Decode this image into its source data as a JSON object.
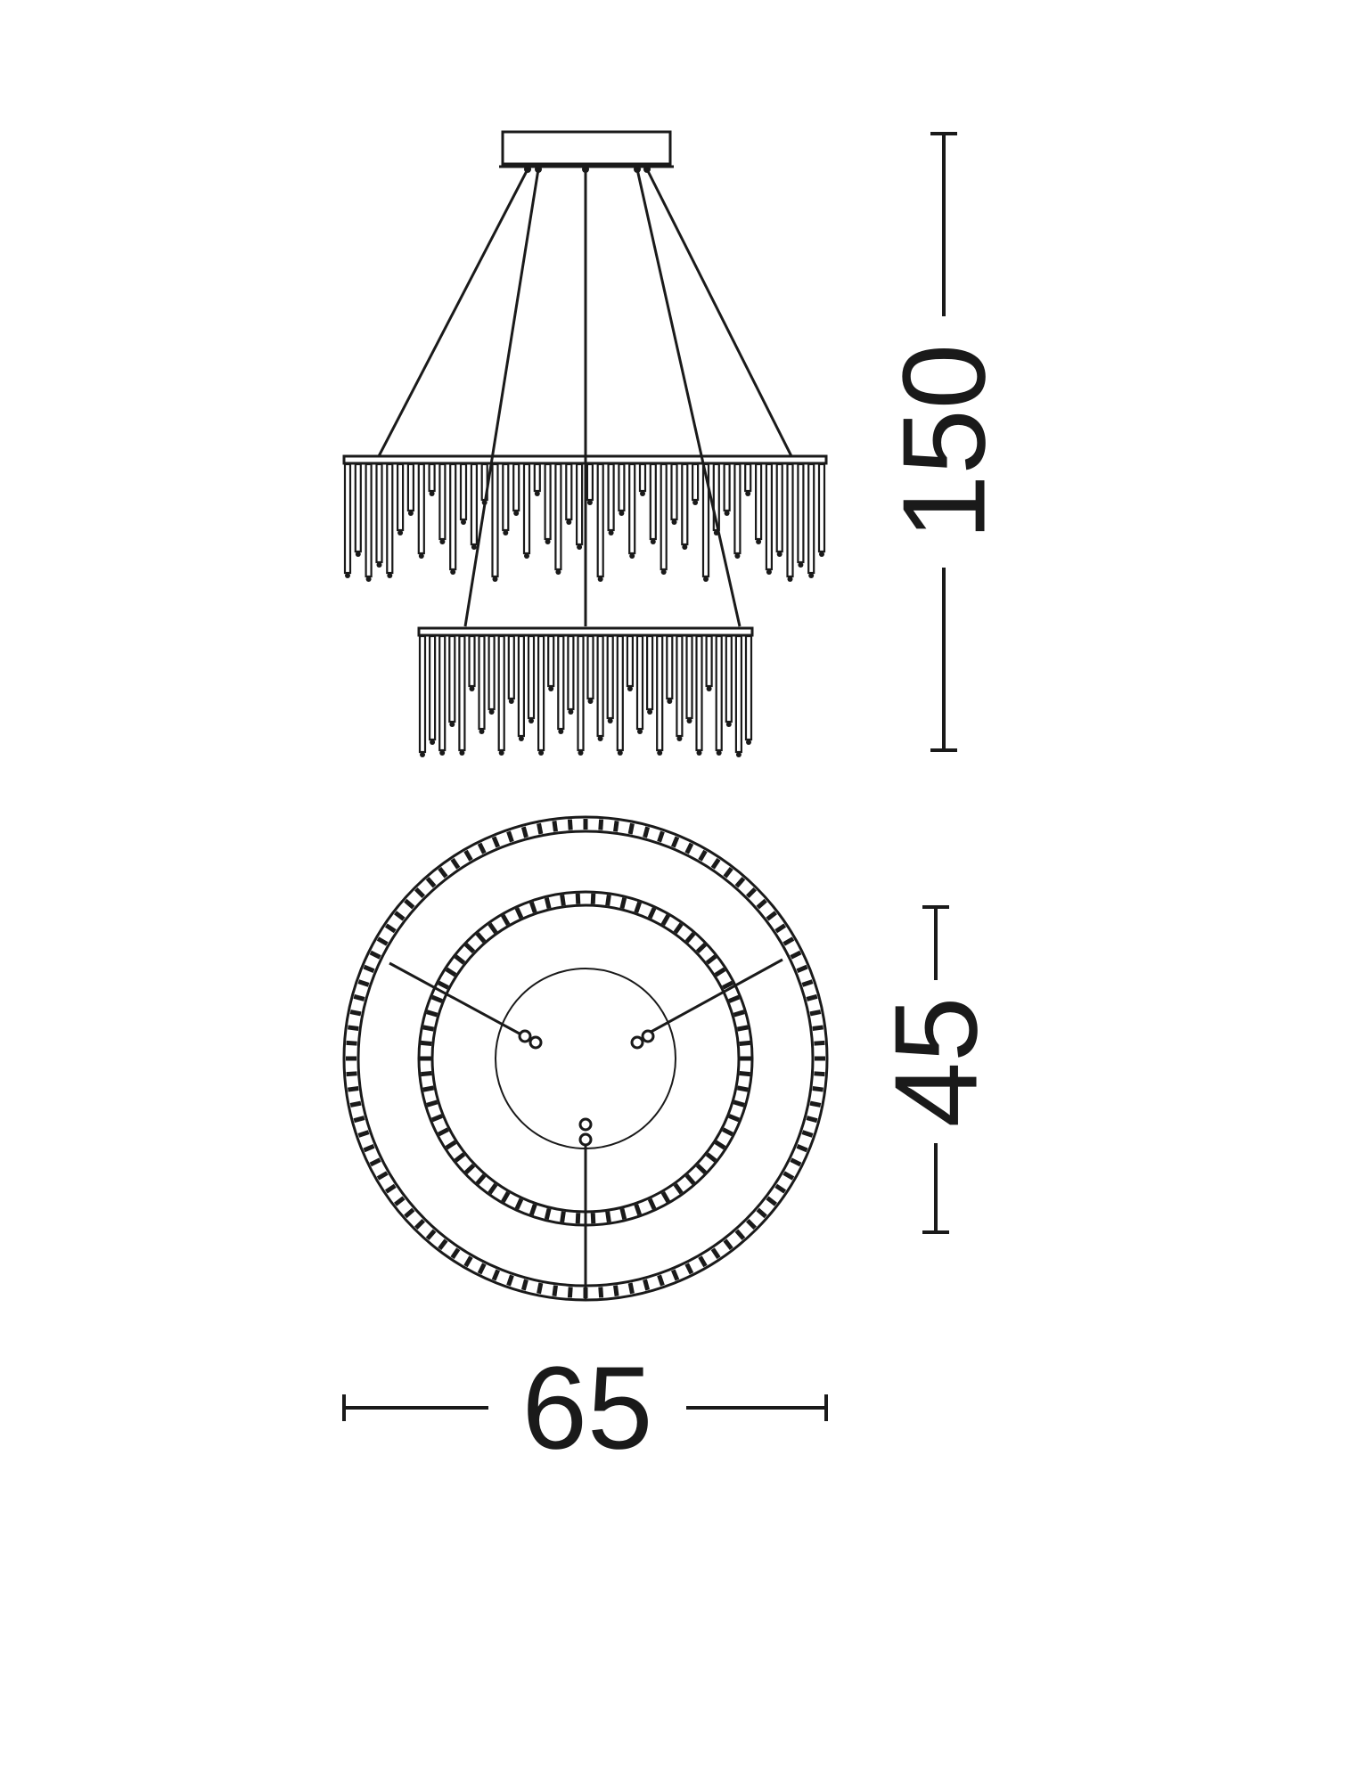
{
  "dimensions": {
    "height": "150",
    "diameter_inner": "45",
    "diameter_outer": "65"
  },
  "colors": {
    "line": "#1a1a1a",
    "background": "#ffffff"
  }
}
